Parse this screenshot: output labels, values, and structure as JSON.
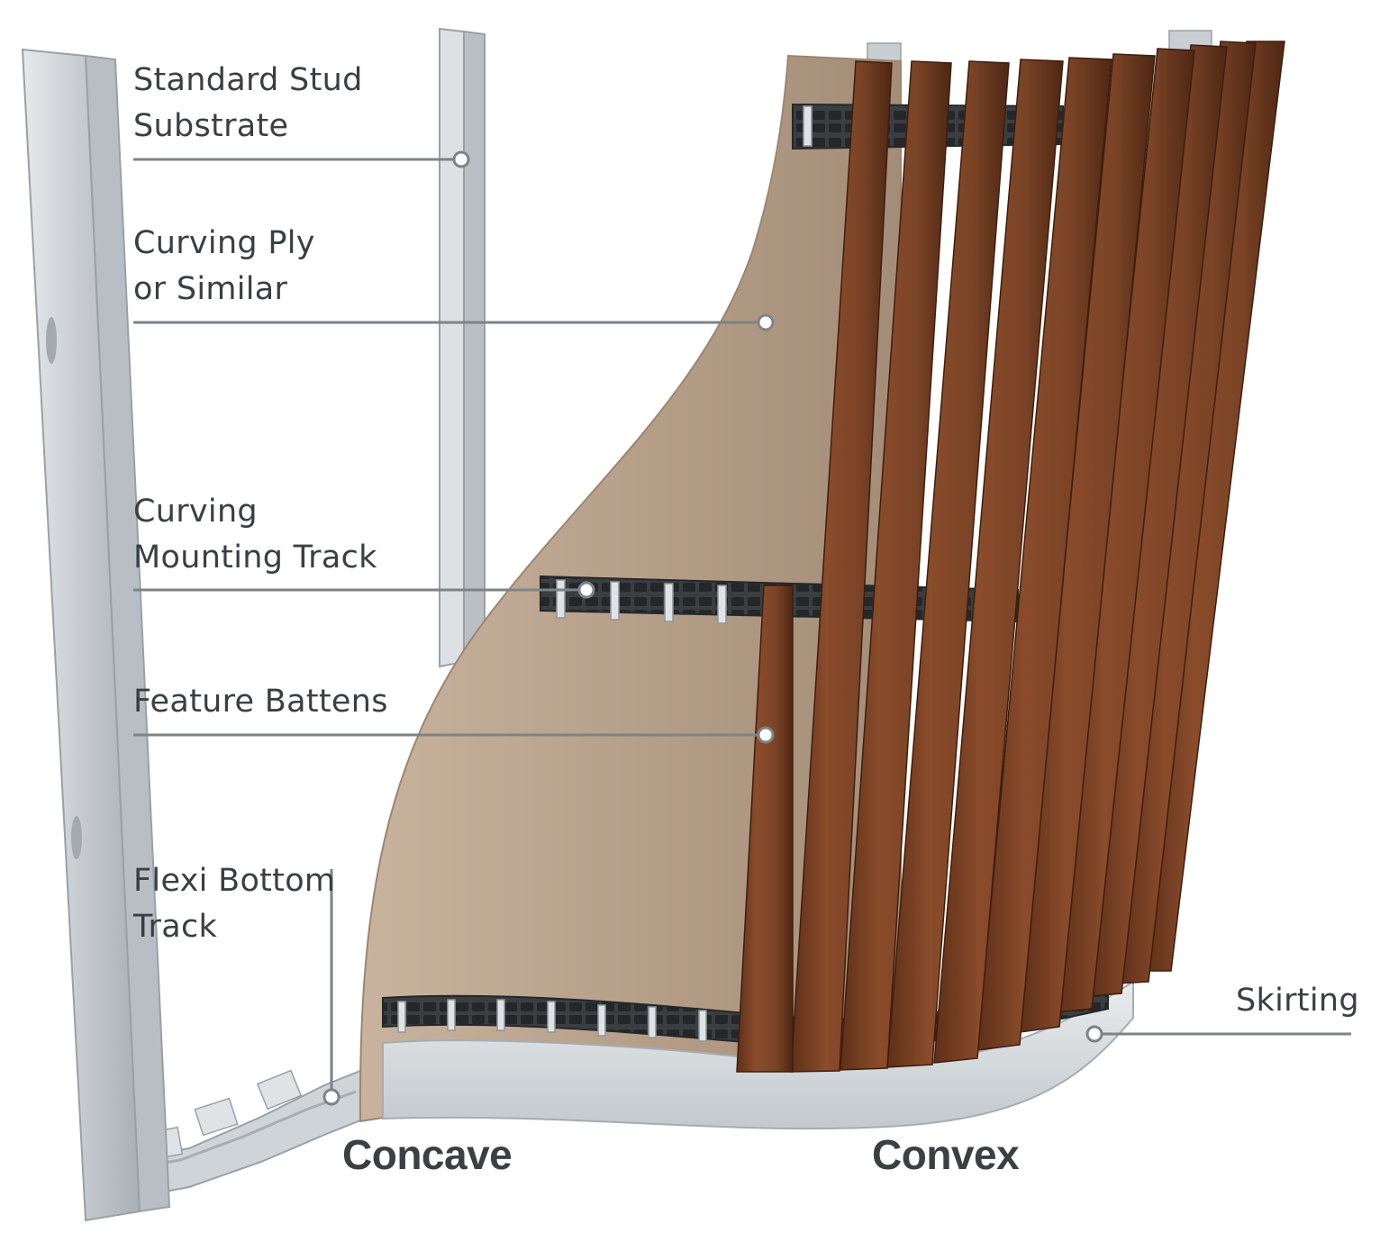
{
  "labels": {
    "stud_substrate": [
      "Standard Stud",
      "Substrate"
    ],
    "curving_ply": [
      "Curving Ply",
      "or Similar"
    ],
    "mounting_track": [
      "Curving",
      "Mounting Track"
    ],
    "feature_battens": [
      "Feature Battens"
    ],
    "bottom_track": [
      "Flexi Bottom",
      "Track"
    ],
    "skirting": [
      "Skirting"
    ]
  },
  "captions": {
    "concave": "Concave",
    "convex": "Convex"
  },
  "colors": {
    "text": "#3b3f42",
    "leader": "#7e8386",
    "stud": "#c9ced2",
    "ply": "#b6a08a",
    "batten": "#7a4326",
    "track": "#34383b",
    "skirting": "#d4d9dc"
  }
}
